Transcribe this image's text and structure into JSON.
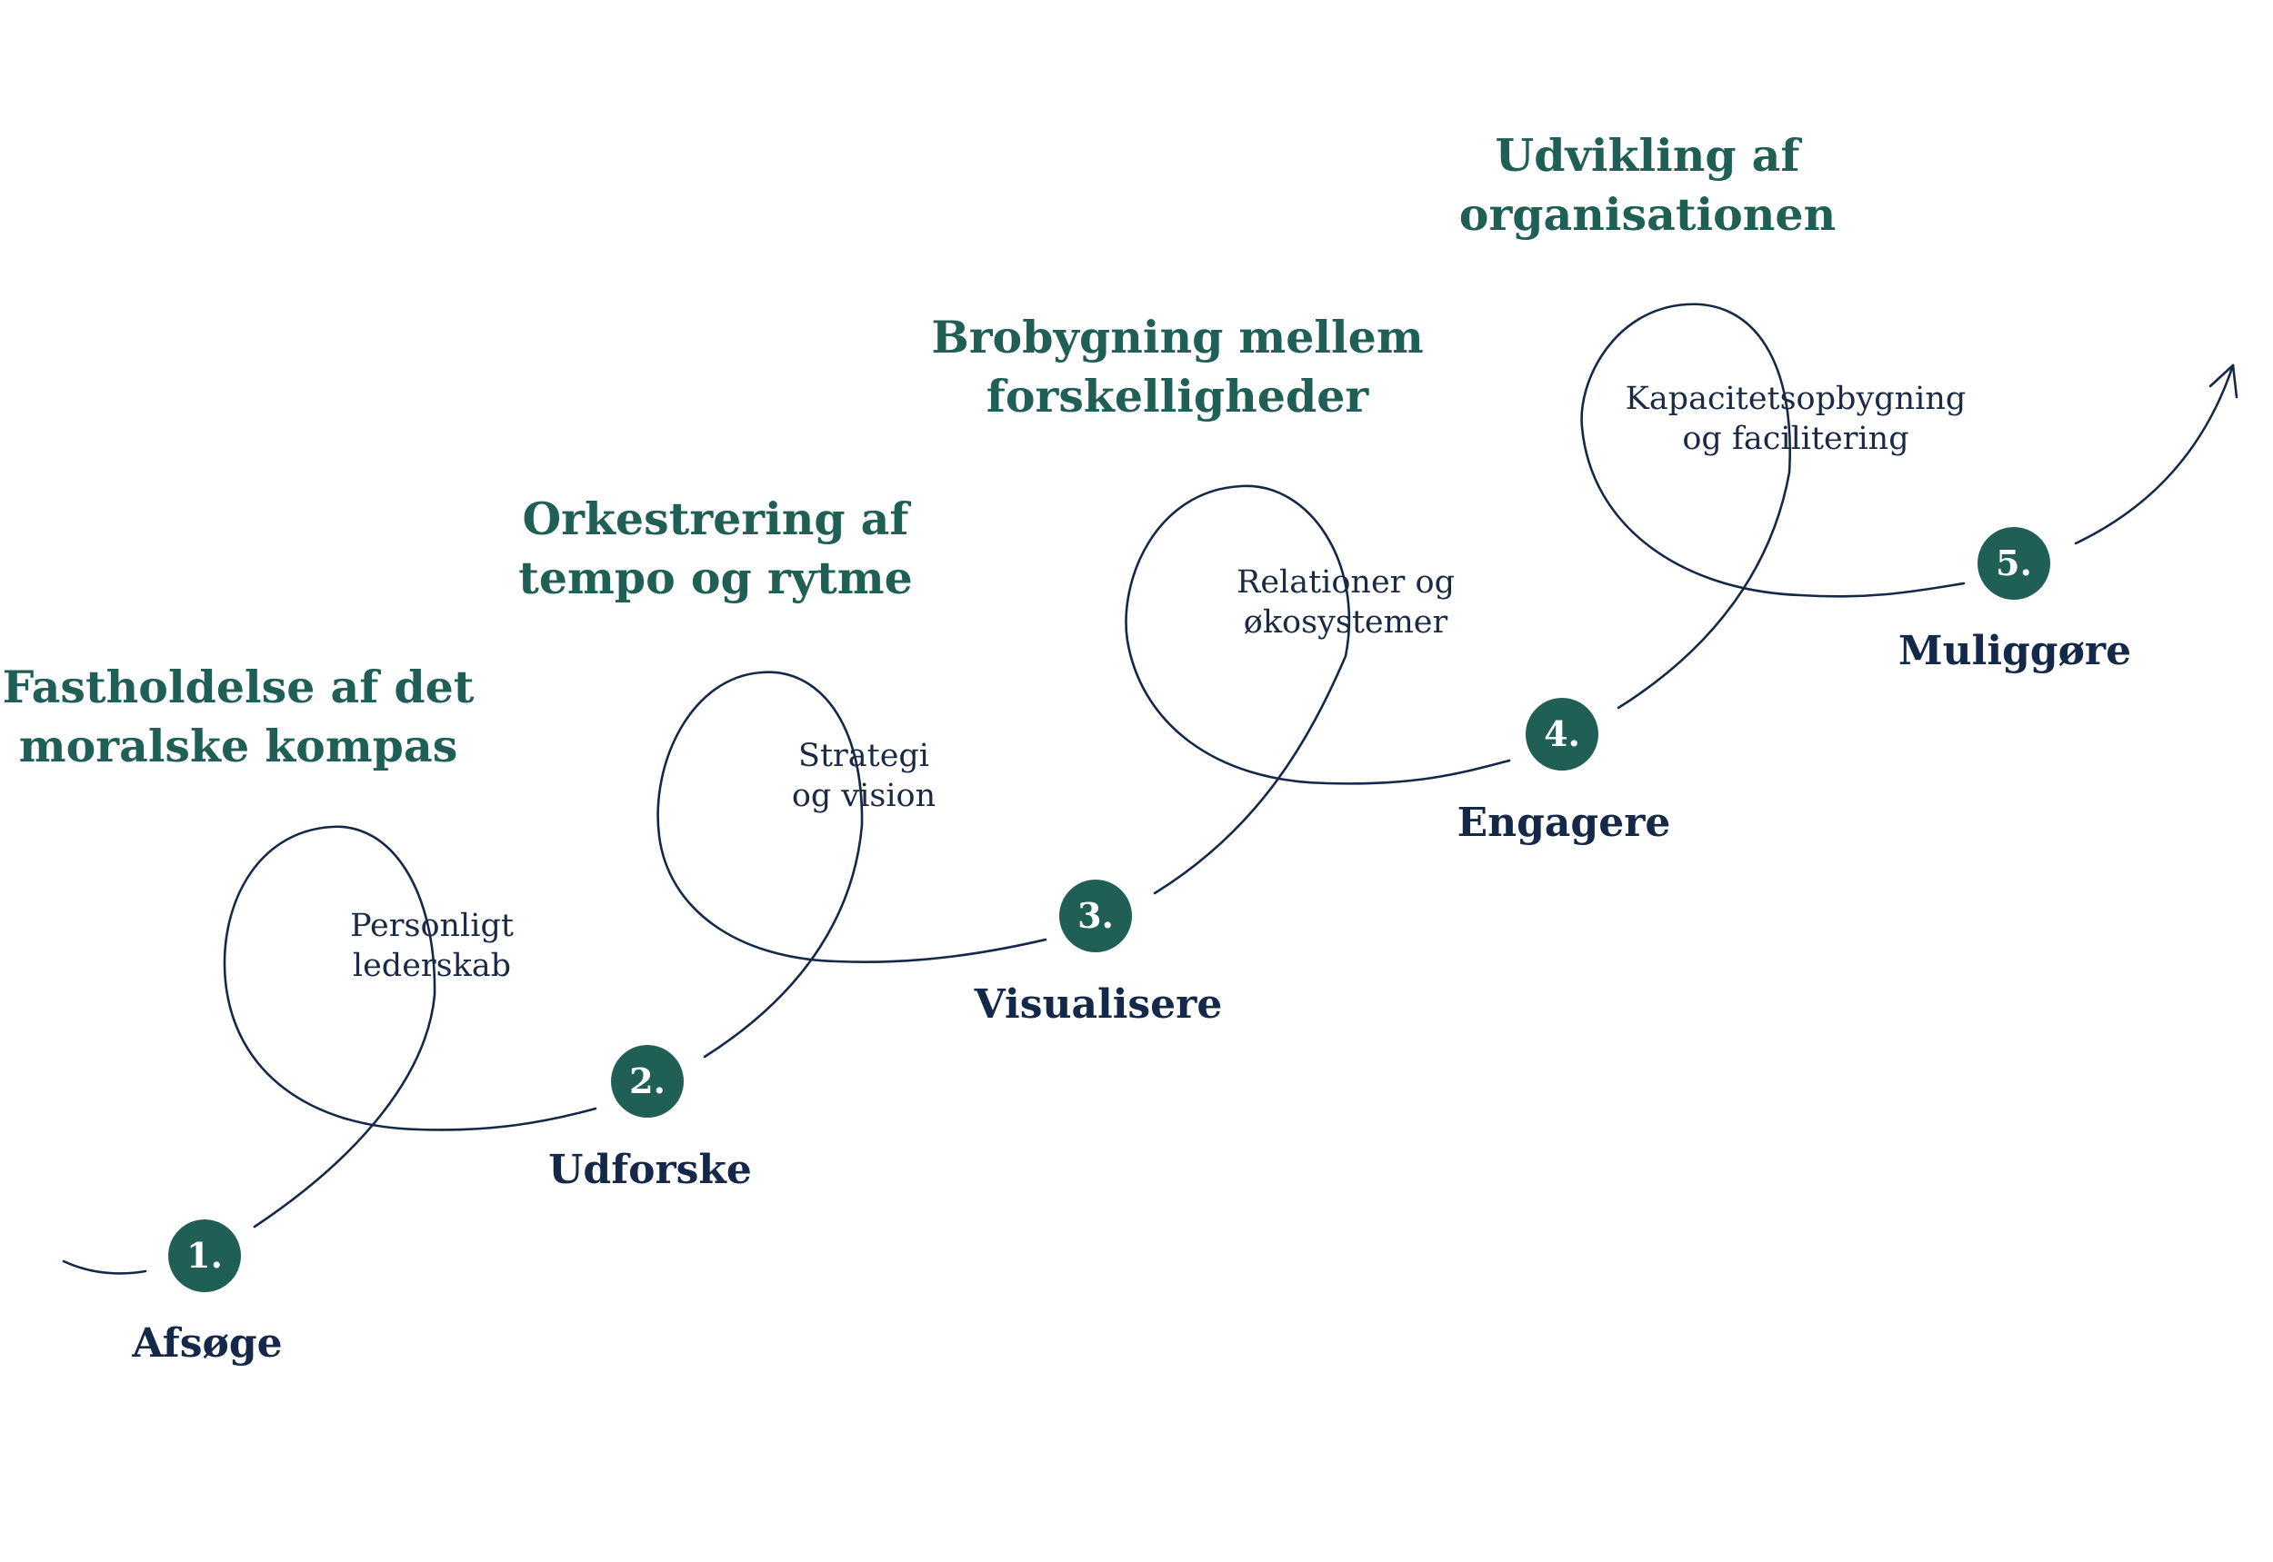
{
  "colors": {
    "accent": "#1f5f56",
    "text": "#14284a",
    "background": "#ffffff"
  },
  "steps": [
    {
      "number": "1.",
      "stage": "Afsøge",
      "sub": [
        "Personligt",
        "lederskab"
      ],
      "heading": [
        "Fastholdelse af det",
        "moralske kompas"
      ]
    },
    {
      "number": "2.",
      "stage": "Udforske",
      "sub": [
        "Strategi",
        "og vision"
      ],
      "heading": [
        "Orkestrering af",
        "tempo og rytme"
      ]
    },
    {
      "number": "3.",
      "stage": "Visualisere",
      "sub": [
        "Relationer og",
        "økosystemer"
      ],
      "heading": [
        "Brobygning mellem",
        "forskelligheder"
      ]
    },
    {
      "number": "4.",
      "stage": "Engagere",
      "sub": [
        "Kapacitetsopbygning",
        "og facilitering"
      ],
      "heading": [
        "Udvikling af",
        "organisationen"
      ]
    },
    {
      "number": "5.",
      "stage": "Muliggøre",
      "sub": [],
      "heading": []
    }
  ]
}
